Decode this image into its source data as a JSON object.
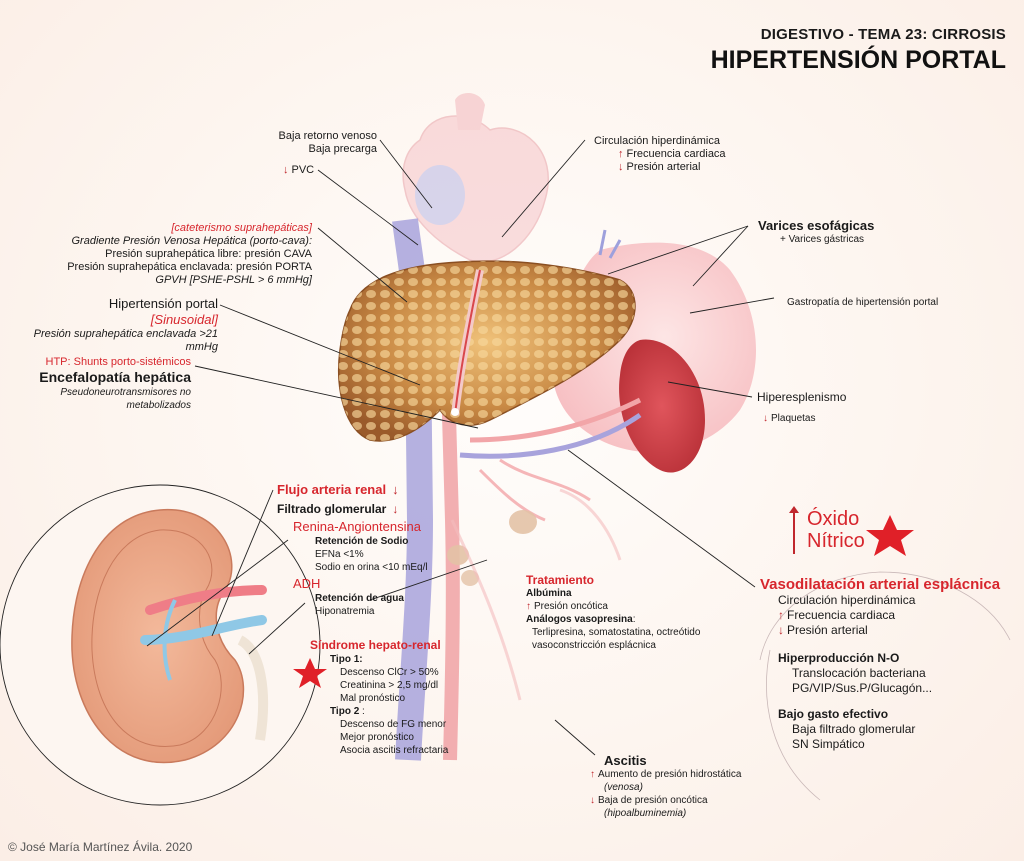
{
  "header": {
    "subtitle": "DIGESTIVO - TEMA 23: CIRROSIS",
    "title": "HIPERTENSIÓN PORTAL"
  },
  "heart": {
    "venous_return": "Baja retorno venoso",
    "preload": "Baja precarga",
    "pvc": "PVC",
    "pvc_trend": "down"
  },
  "hyperdynamic": {
    "title": "Circulación hiperdinámica",
    "items": [
      {
        "label": "Frecuencia cardiaca",
        "trend": "up"
      },
      {
        "label": "Presión arterial",
        "trend": "down"
      }
    ]
  },
  "catheter": {
    "tag": "[cateterismo suprahepáticas]",
    "lines": [
      "Gradiente Presión Venosa Hepática (porto-cava):",
      "Presión suprahepática libre: presión CAVA",
      "Presión suprahepática enclavada: presión PORTA",
      "GPVH [PSHE-PSHL > 6 mmHg]"
    ]
  },
  "portal_htn": {
    "title": "Hipertensión portal",
    "tag": "[Sinusoidal]",
    "note": "Presión suprahepática enclavada >21 mmHg"
  },
  "encephalopathy": {
    "tag": "HTP: Shunts porto-sistémicos",
    "title": "Encefalopatía hepática",
    "note_1": "Pseudoneurotransmisores no",
    "note_2": "metabolizados"
  },
  "varices": {
    "title": "Varices esofágicas",
    "sub": "+ Varices gástricas"
  },
  "gastropathy": "Gastropatía de hipertensión portal",
  "hypersplenism": {
    "title": "Hiperesplenismo",
    "item": "Plaquetas",
    "trend": "down"
  },
  "renal": {
    "flow": "Flujo arteria renal",
    "filtration": "Filtrado glomerular",
    "raa": "Renina-Angiontensina",
    "sodium_title": "Retención de Sodio",
    "sodium_items": [
      "EFNa <1%",
      "Sodio en orina <10 mEq/l"
    ],
    "adh": "ADH",
    "water_title": "Retención de agua",
    "water_items": [
      "Hiponatremia"
    ]
  },
  "hepatorenal": {
    "title": "Síndrome hepato-renal",
    "type1_label": "Tipo 1:",
    "type1_items": [
      "Descenso ClCr > 50%",
      "Creatinina > 2,5 mg/dl",
      "Mal pronóstico"
    ],
    "type2_label": "Tipo 2",
    "type2_suffix": ":",
    "type2_items": [
      "Descenso de FG menor",
      "Mejor pronóstico",
      "Asocia ascitis refractaria"
    ]
  },
  "treatment": {
    "title": "Tratamiento",
    "albumin": "Albúmina",
    "oncotic": "Presión oncótica",
    "vaso_title": "Análogos vasopresina",
    "vaso_suffix": ":",
    "vaso_items": [
      "Terlipresina, somatostatina, octreótido",
      "vasoconstricción esplácnica"
    ]
  },
  "nitric": {
    "line1": "Óxido",
    "line2": "Nítrico",
    "trend": "up"
  },
  "vasodilation": {
    "title": "Vasodilatación arterial esplácnica",
    "hyper": "Circulación hiperdinámica",
    "items": [
      {
        "label": "Frecuencia cardiaca",
        "trend": "up"
      },
      {
        "label": "Presión arterial",
        "trend": "down"
      }
    ],
    "no_title": "Hiperproducción N-O",
    "no_items": [
      "Translocación bacteriana",
      "PG/VIP/Sus.P/Glucagón..."
    ],
    "low_title": "Bajo gasto efectivo",
    "low_items": [
      "Baja filtrado glomerular",
      "SN Simpático"
    ]
  },
  "ascites": {
    "title": "Ascitis",
    "up_label": "Aumento de presión hidrostática",
    "up_note": "(venosa)",
    "down_label": "Baja de presión oncótica",
    "down_note": "(hipoalbuminemia)"
  },
  "footer": {
    "copyright": "© José María Martínez Ávila. 2020"
  }
}
